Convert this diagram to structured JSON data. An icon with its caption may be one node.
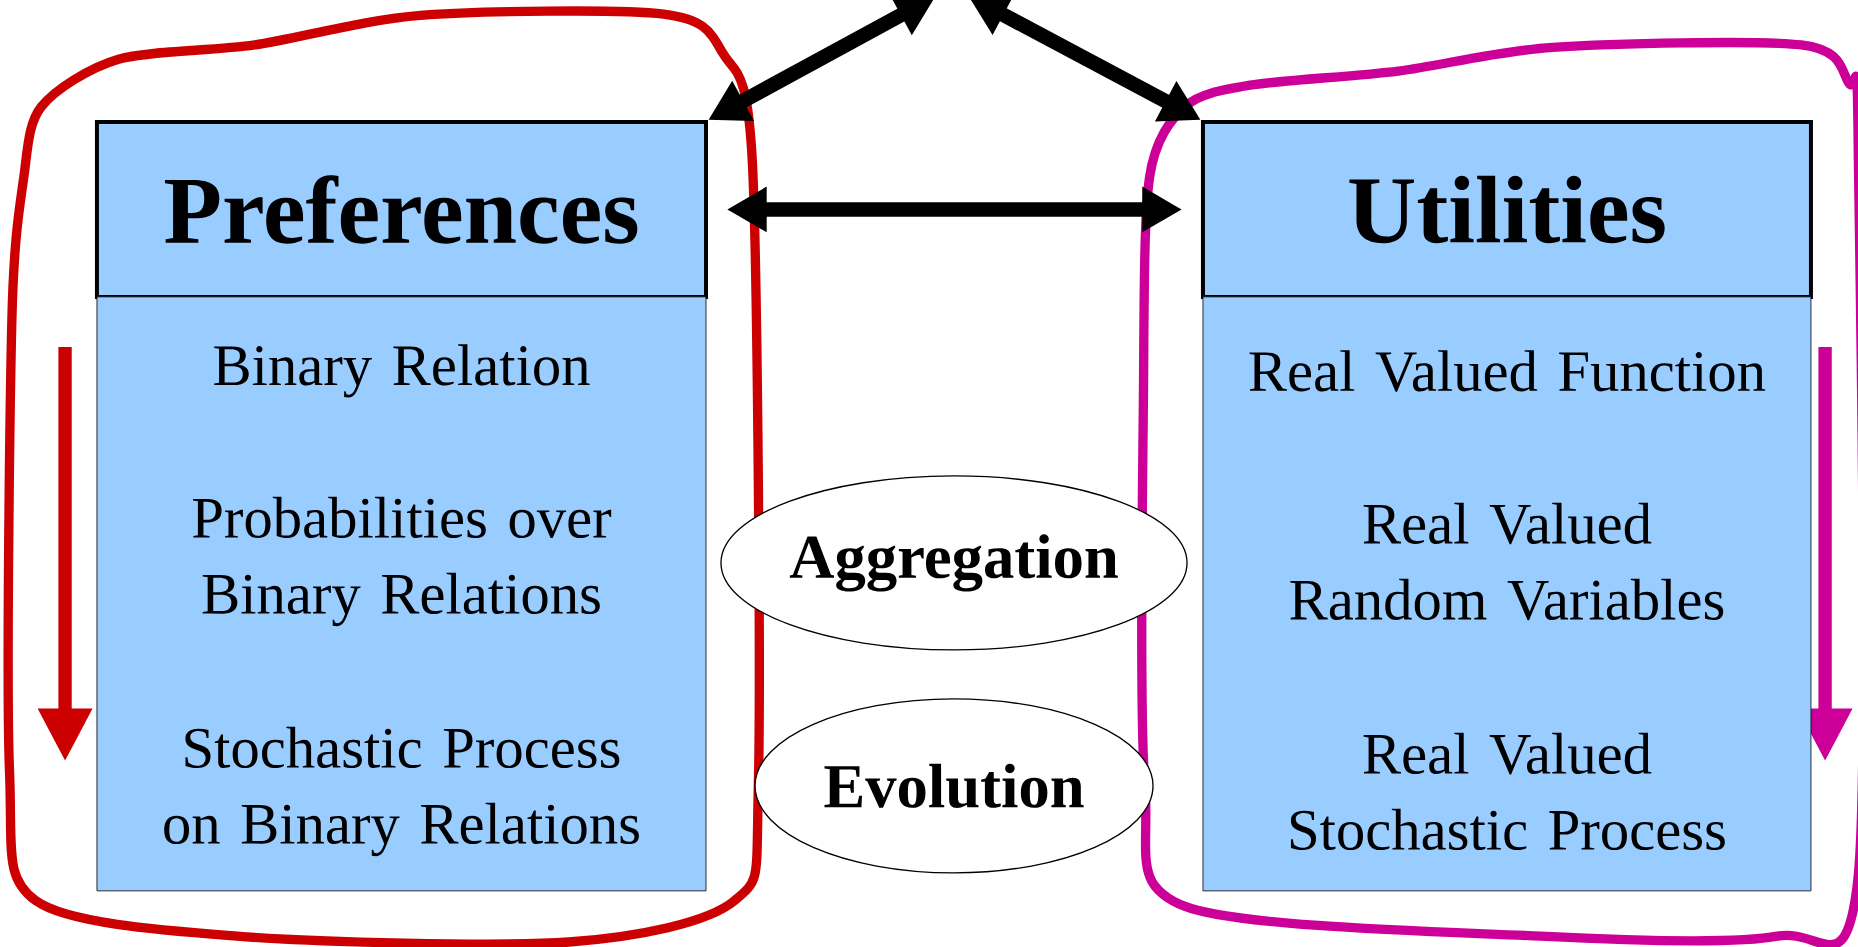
{
  "diagram": {
    "nodes": [
      {
        "text": [
          "Preferences"
        ]
      },
      {
        "text": [
          "Binary Relation",
          "Probabilities over Binary Relations",
          "Stochastic Process on Binary Relations"
        ]
      },
      {
        "text": [
          "Aggregation"
        ]
      },
      {
        "text": [
          "Evolution"
        ]
      },
      {
        "text": [
          "Utilities"
        ]
      },
      {
        "text": [
          "Real Valued Function",
          "Real Valued Random Variables",
          "Real Valued Stochastic Process"
        ]
      }
    ],
    "edges": [
      {
        "from": 0,
        "to": null,
        "arrow": "both"
      },
      {
        "from": 4,
        "to": null,
        "arrow": "both"
      },
      {
        "from": 0,
        "to": 4,
        "arrow": "both"
      }
    ]
  }
}
